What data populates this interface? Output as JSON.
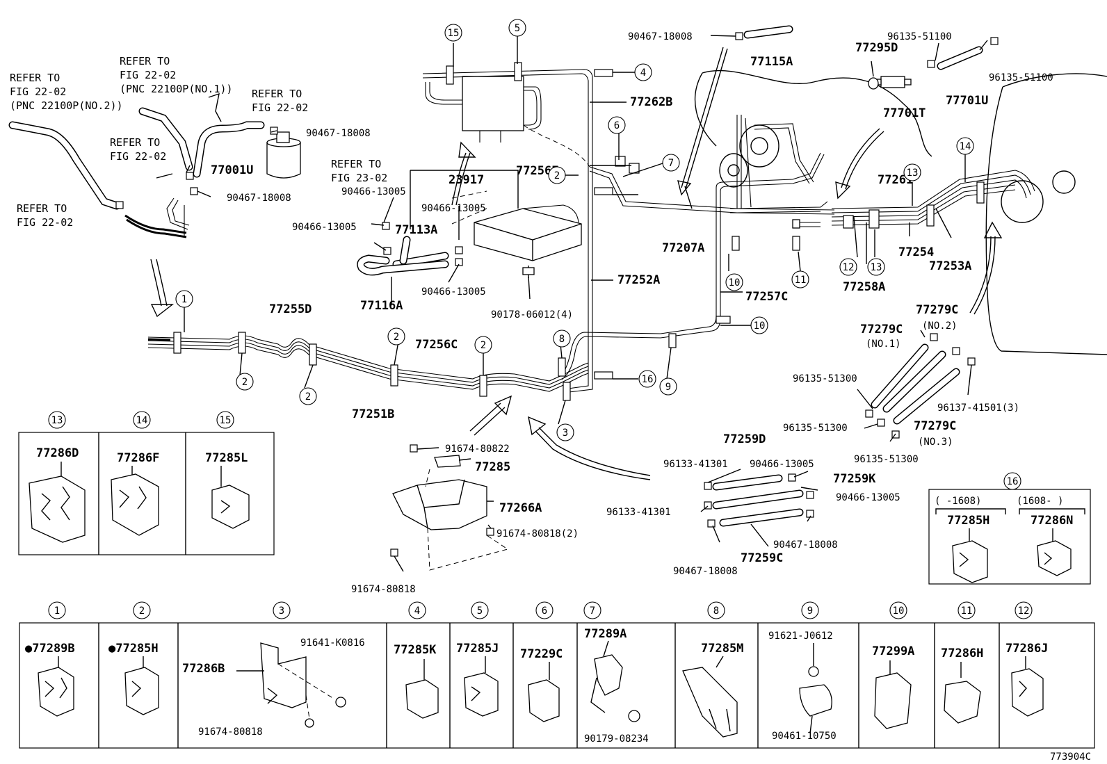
{
  "diagram_id": "773904C",
  "labels": {
    "p90467_18008_top": "90467-18008",
    "p77115A": "77115A",
    "p77295D": "77295D",
    "p96135_51100_a": "96135-51100",
    "p96135_51100_b": "96135-51100",
    "p77701U": "77701U",
    "p77701T": "77701T",
    "p77262B": "77262B",
    "p77256F": "77256F",
    "p23917": "23917",
    "p77207A": "77207A",
    "p77261": "77261",
    "p77254": "77254",
    "p77253A": "77253A",
    "p77258A": "77258A",
    "p77252A": "77252A",
    "p77257C": "77257C",
    "p90466_13005_a": "90466-13005",
    "p90466_13005_b": "90466-13005",
    "p90466_13005_c": "90466-13005",
    "p90466_13005_d": "90466-13005",
    "p77113A": "77113A",
    "p77116A": "77116A",
    "p90178_06012": "90178-06012(4)",
    "p90467_18008_a": "90467-18008",
    "p90467_18008_b": "90467-18008",
    "p77001U": "77001U",
    "p77255D": "77255D",
    "p77256C": "77256C",
    "p77251B": "77251B",
    "p77279C_no1": "77279C",
    "p77279C_no2": "77279C",
    "p77279C_no3": "77279C",
    "no1": "(NO.1)",
    "no2": "(NO.2)",
    "no3": "(NO.3)",
    "p96135_51300_a": "96135-51300",
    "p96135_51300_b": "96135-51300",
    "p96135_51300_c": "96135-51300",
    "p96137_41501": "96137-41501(3)",
    "p91674_80822": "91674-80822",
    "p77285": "77285",
    "p77266A": "77266A",
    "p91674_80818_2": "91674-80818(2)",
    "p91674_80818": "91674-80818",
    "p77259D": "77259D",
    "p96133_41301_a": "96133-41301",
    "p96133_41301_b": "96133-41301",
    "p90466_13005_e": "90466-13005",
    "p77259K": "77259K",
    "p90466_13005_f": "90466-13005",
    "p90467_18008_c": "90467-18008",
    "p90467_18008_d": "90467-18008",
    "p77259C": "77259C"
  },
  "refer_notes": {
    "ref1_l1": "REFER TO",
    "ref1_l2": "FIG 22-02",
    "ref1_l3": "(PNC 22100P(NO.2))",
    "ref2_l1": "REFER TO",
    "ref2_l2": "FIG 22-02",
    "ref2_l3": "(PNC 22100P(NO.1))",
    "ref3_l1": "REFER TO",
    "ref3_l2": "FIG 22-02",
    "ref4_l1": "REFER TO",
    "ref4_l2": "FIG 22-02",
    "ref5_l1": "REFER TO",
    "ref5_l2": "FIG 23-02",
    "ref6_l1": "REFER TO",
    "ref6_l2": "FIG 22-02"
  },
  "callouts": {
    "c1": "1",
    "c2": "2",
    "c3": "3",
    "c4": "4",
    "c5": "5",
    "c6": "6",
    "c7": "7",
    "c8": "8",
    "c9": "9",
    "c10": "10",
    "c11": "11",
    "c12": "12",
    "c13": "13",
    "c14": "14",
    "c15": "15",
    "c16": "16"
  },
  "detail_panels_mid": {
    "p13": {
      "num": "13",
      "part": "77286D"
    },
    "p14": {
      "num": "14",
      "part": "77286F"
    },
    "p15": {
      "num": "15",
      "part": "77285L"
    }
  },
  "detail_panel_16": {
    "num": "16",
    "range_a": "(    -1608)",
    "range_b": "(1608-     )",
    "part_a": "77285H",
    "part_b": "77286N"
  },
  "detail_panels_bottom": [
    {
      "num": "1",
      "part": "●77289B"
    },
    {
      "num": "2",
      "part": "●77285H"
    },
    {
      "num": "3",
      "part": "77286B",
      "sub1": "91641-K0816",
      "sub2": "91674-80818"
    },
    {
      "num": "4",
      "part": "77285K"
    },
    {
      "num": "5",
      "part": "77285J"
    },
    {
      "num": "6",
      "part": "77229C"
    },
    {
      "num": "7",
      "part": "77289A",
      "sub1": "90179-08234"
    },
    {
      "num": "8",
      "part": "77285M"
    },
    {
      "num": "9",
      "part": "91621-J0612",
      "sub1": "90461-10750"
    },
    {
      "num": "10",
      "part": "77299A"
    },
    {
      "num": "11",
      "part": "77286H"
    },
    {
      "num": "12",
      "part": "77286J"
    }
  ]
}
